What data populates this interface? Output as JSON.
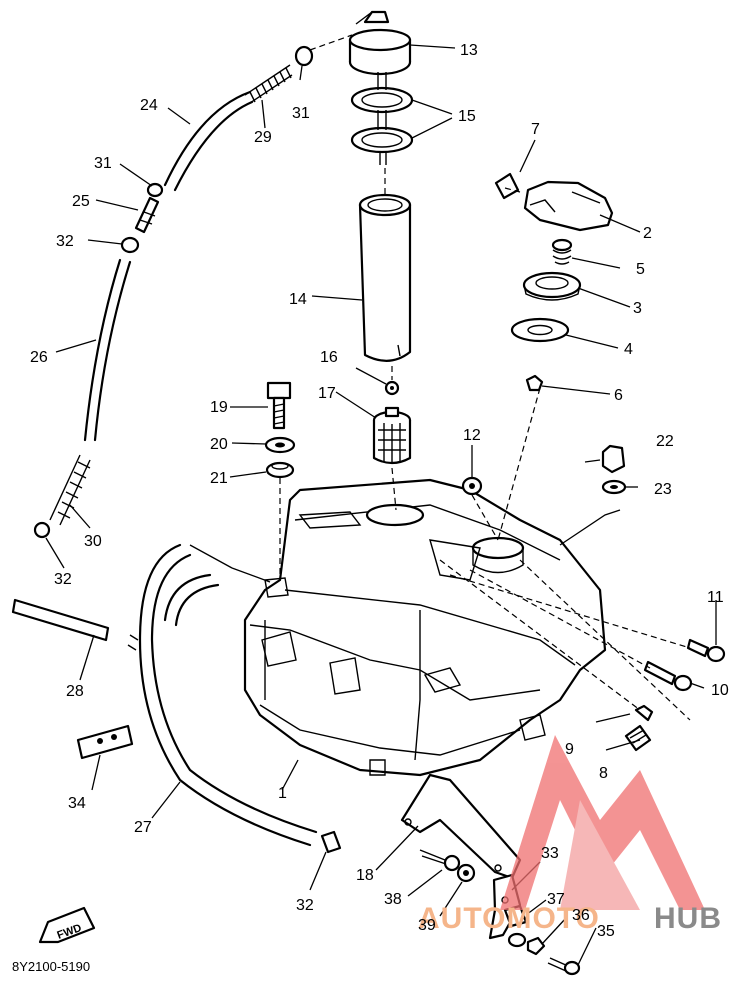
{
  "diagram_code": "8Y2100-5190",
  "fwd_label": "FWD",
  "watermark": {
    "left": "AUTOMOTO",
    "right": "HUB",
    "color_mark": "#f07070",
    "color_left": "#f5b58a",
    "color_right": "#8a8a8a"
  },
  "callouts": [
    "1",
    "2",
    "3",
    "4",
    "5",
    "6",
    "7",
    "8",
    "9",
    "10",
    "11",
    "12",
    "13",
    "14",
    "15",
    "16",
    "17",
    "18",
    "19",
    "20",
    "21",
    "22",
    "23",
    "24",
    "25",
    "26",
    "27",
    "28",
    "29",
    "30",
    "31",
    "31",
    "32",
    "32",
    "32",
    "33",
    "34",
    "35",
    "36",
    "37",
    "38",
    "39"
  ]
}
